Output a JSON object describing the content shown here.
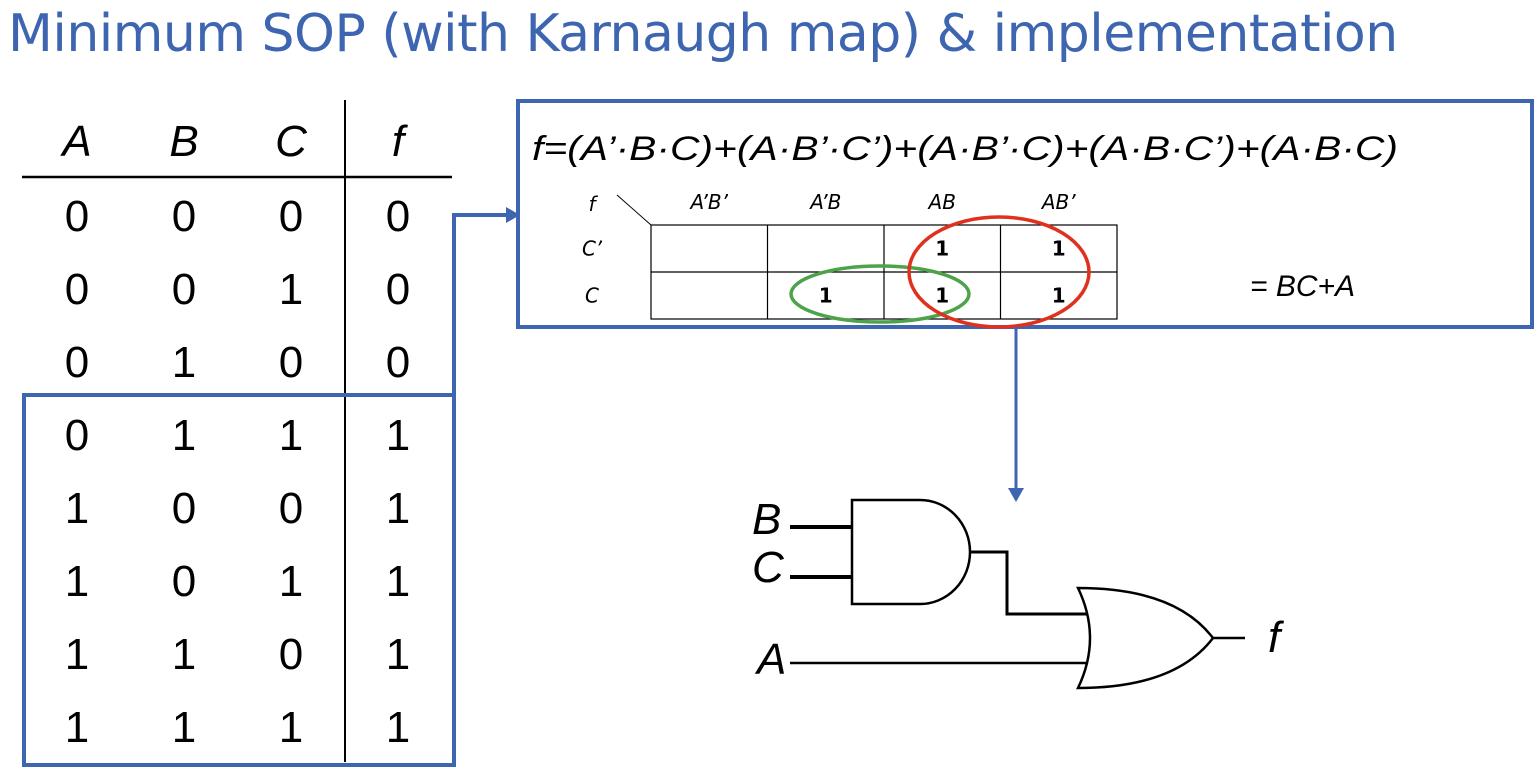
{
  "title": "Minimum SOP (with Karnaugh map) & implementation",
  "colors": {
    "accent": "#3d65b0",
    "group_green": "#4ea34a",
    "group_red": "#e0301e"
  },
  "truth_table": {
    "headers": [
      "A",
      "B",
      "C",
      "f"
    ],
    "rows": [
      [
        "0",
        "0",
        "0",
        "0"
      ],
      [
        "0",
        "0",
        "1",
        "0"
      ],
      [
        "0",
        "1",
        "0",
        "0"
      ],
      [
        "0",
        "1",
        "1",
        "1"
      ],
      [
        "1",
        "0",
        "0",
        "1"
      ],
      [
        "1",
        "0",
        "1",
        "1"
      ],
      [
        "1",
        "1",
        "0",
        "1"
      ],
      [
        "1",
        "1",
        "1",
        "1"
      ]
    ]
  },
  "sop_expression": "f=(A’·B·C)+(A·B’·C’)+(A·B’·C)+(A·B·C’)+(A·B·C)",
  "kmap": {
    "corner_label": "f",
    "col_headers": [
      "A’B’",
      "A’B",
      "AB",
      "AB’"
    ],
    "row_headers": [
      "C’",
      "C"
    ],
    "cells": [
      [
        "",
        "",
        "1",
        "1"
      ],
      [
        "",
        "1",
        "1",
        "1"
      ]
    ]
  },
  "result": "= BC+A",
  "circuit": {
    "inputs": [
      "B",
      "C",
      "A"
    ],
    "output": "f"
  }
}
